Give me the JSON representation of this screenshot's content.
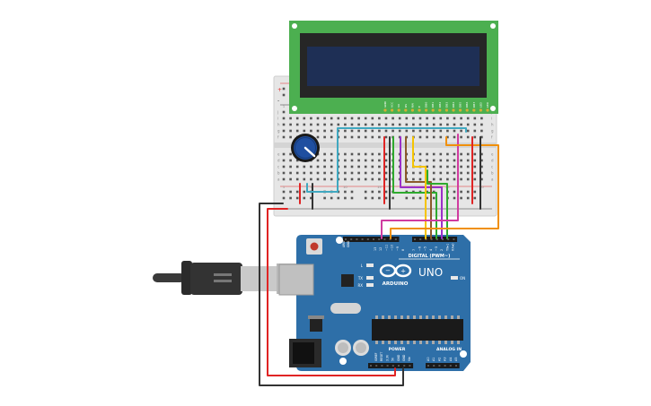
{
  "board": {
    "brand": "ARDUINO",
    "model": "UNO",
    "digital_label": "DIGITAL (PWM~)",
    "power_label": "POWER",
    "analog_label": "ANALOG IN",
    "on_label": "ON",
    "l_label": "L",
    "tx_label": "TX",
    "rx_label": "RX",
    "aref_label": "AREF",
    "gnd_label": "GND",
    "digital_pins": [
      "13",
      "12",
      "~11",
      "~10",
      "~9",
      "8",
      "7",
      "~6",
      "~5",
      "4",
      "~3",
      "2",
      "TX▸1",
      "RX◂0"
    ],
    "power_pins": [
      "IOREF",
      "RESET",
      "3.3V",
      "5V",
      "GND",
      "GND",
      "Vin"
    ],
    "analog_pins": [
      "A0",
      "A1",
      "A2",
      "A3",
      "A4",
      "A5"
    ]
  },
  "lcd": {
    "pin_labels": [
      "GND",
      "VCC",
      "V0",
      "RS",
      "RW",
      "E",
      "DB0",
      "DB1",
      "DB2",
      "DB3",
      "DB4",
      "DB5",
      "DB6",
      "DB7",
      "LED",
      "LED"
    ]
  },
  "breadboard": {
    "column_numbers": [
      "1",
      "5",
      "10",
      "15",
      "20",
      "25",
      "30"
    ],
    "row_letters": [
      "a",
      "b",
      "c",
      "d",
      "e",
      "f",
      "g",
      "h",
      "i",
      "j"
    ],
    "rail_plus": "+",
    "rail_minus": "-"
  },
  "colors": {
    "board": "#2e6fa8",
    "board_dark": "#1f5384",
    "lcd_pcb": "#4caf50",
    "lcd_screen": "#1e2f55",
    "breadboard": "#e6e6e6",
    "wire_red": "#e02424",
    "wire_black": "#333333",
    "wire_orange": "#f0900a",
    "wire_yellow": "#f5c400",
    "wire_green": "#2eaa2e",
    "wire_purple": "#9b30c8",
    "wire_magenta": "#d03ca0",
    "wire_brown": "#8b5a2b",
    "wire_teal": "#40a8c0"
  }
}
